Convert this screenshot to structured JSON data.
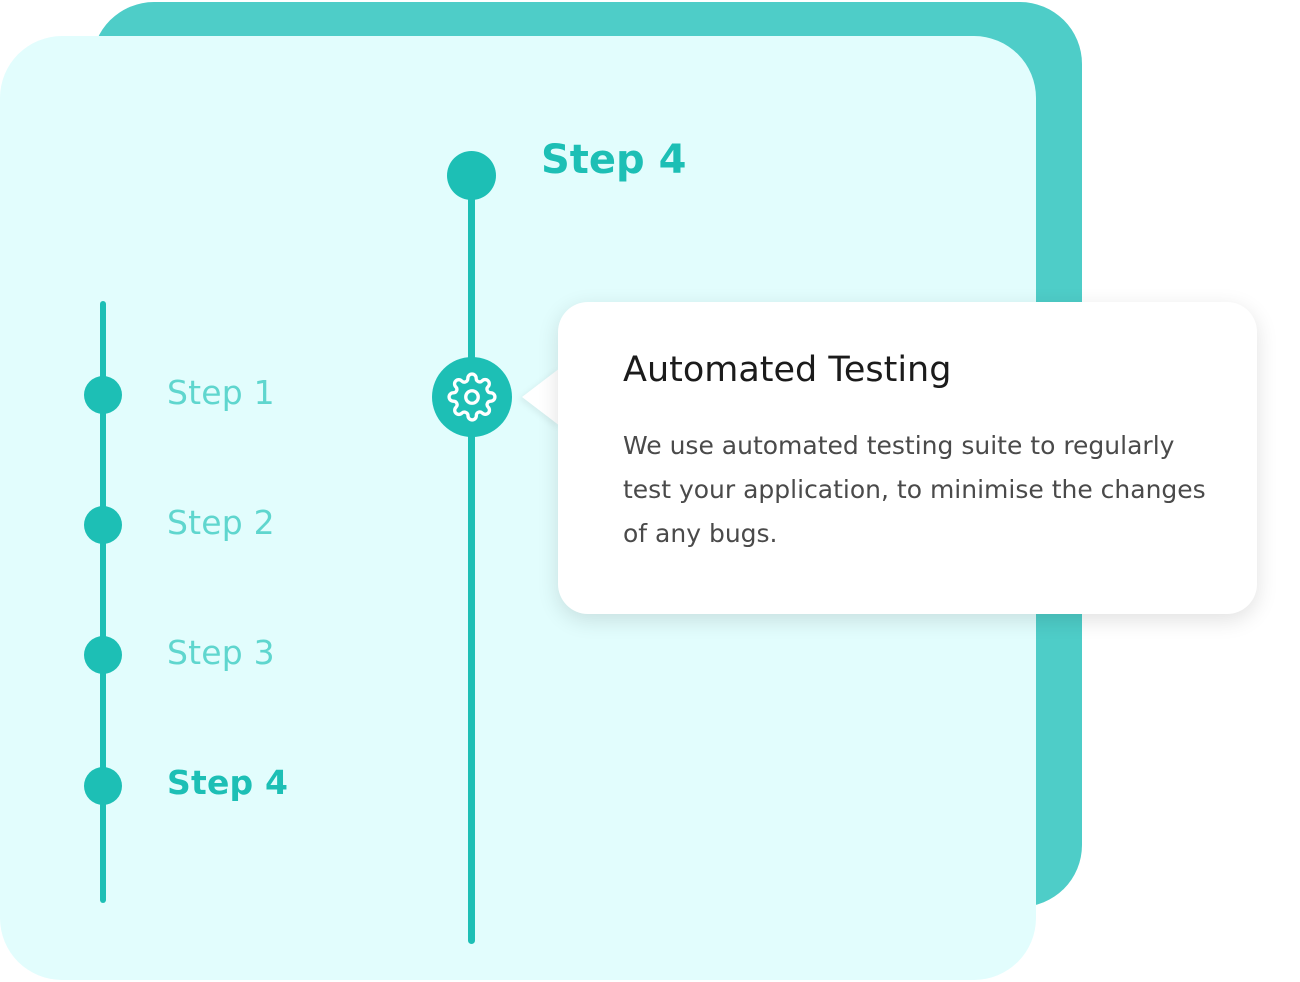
{
  "colors": {
    "accent": "#1dbfb5",
    "accent_back": "#4ecdc8",
    "card_bg": "#e2fdfd",
    "muted_label": "#5fd6ce"
  },
  "left_timeline": {
    "steps": [
      {
        "label": "Step 1",
        "active": false
      },
      {
        "label": "Step 2",
        "active": false
      },
      {
        "label": "Step 3",
        "active": false
      },
      {
        "label": "Step 4",
        "active": true
      }
    ]
  },
  "center_timeline": {
    "title": "Step 4",
    "icon": "gear-icon"
  },
  "info_card": {
    "title": "Automated Testing",
    "body": "We use automated testing suite to regularly test your application, to minimise the changes of any bugs."
  }
}
